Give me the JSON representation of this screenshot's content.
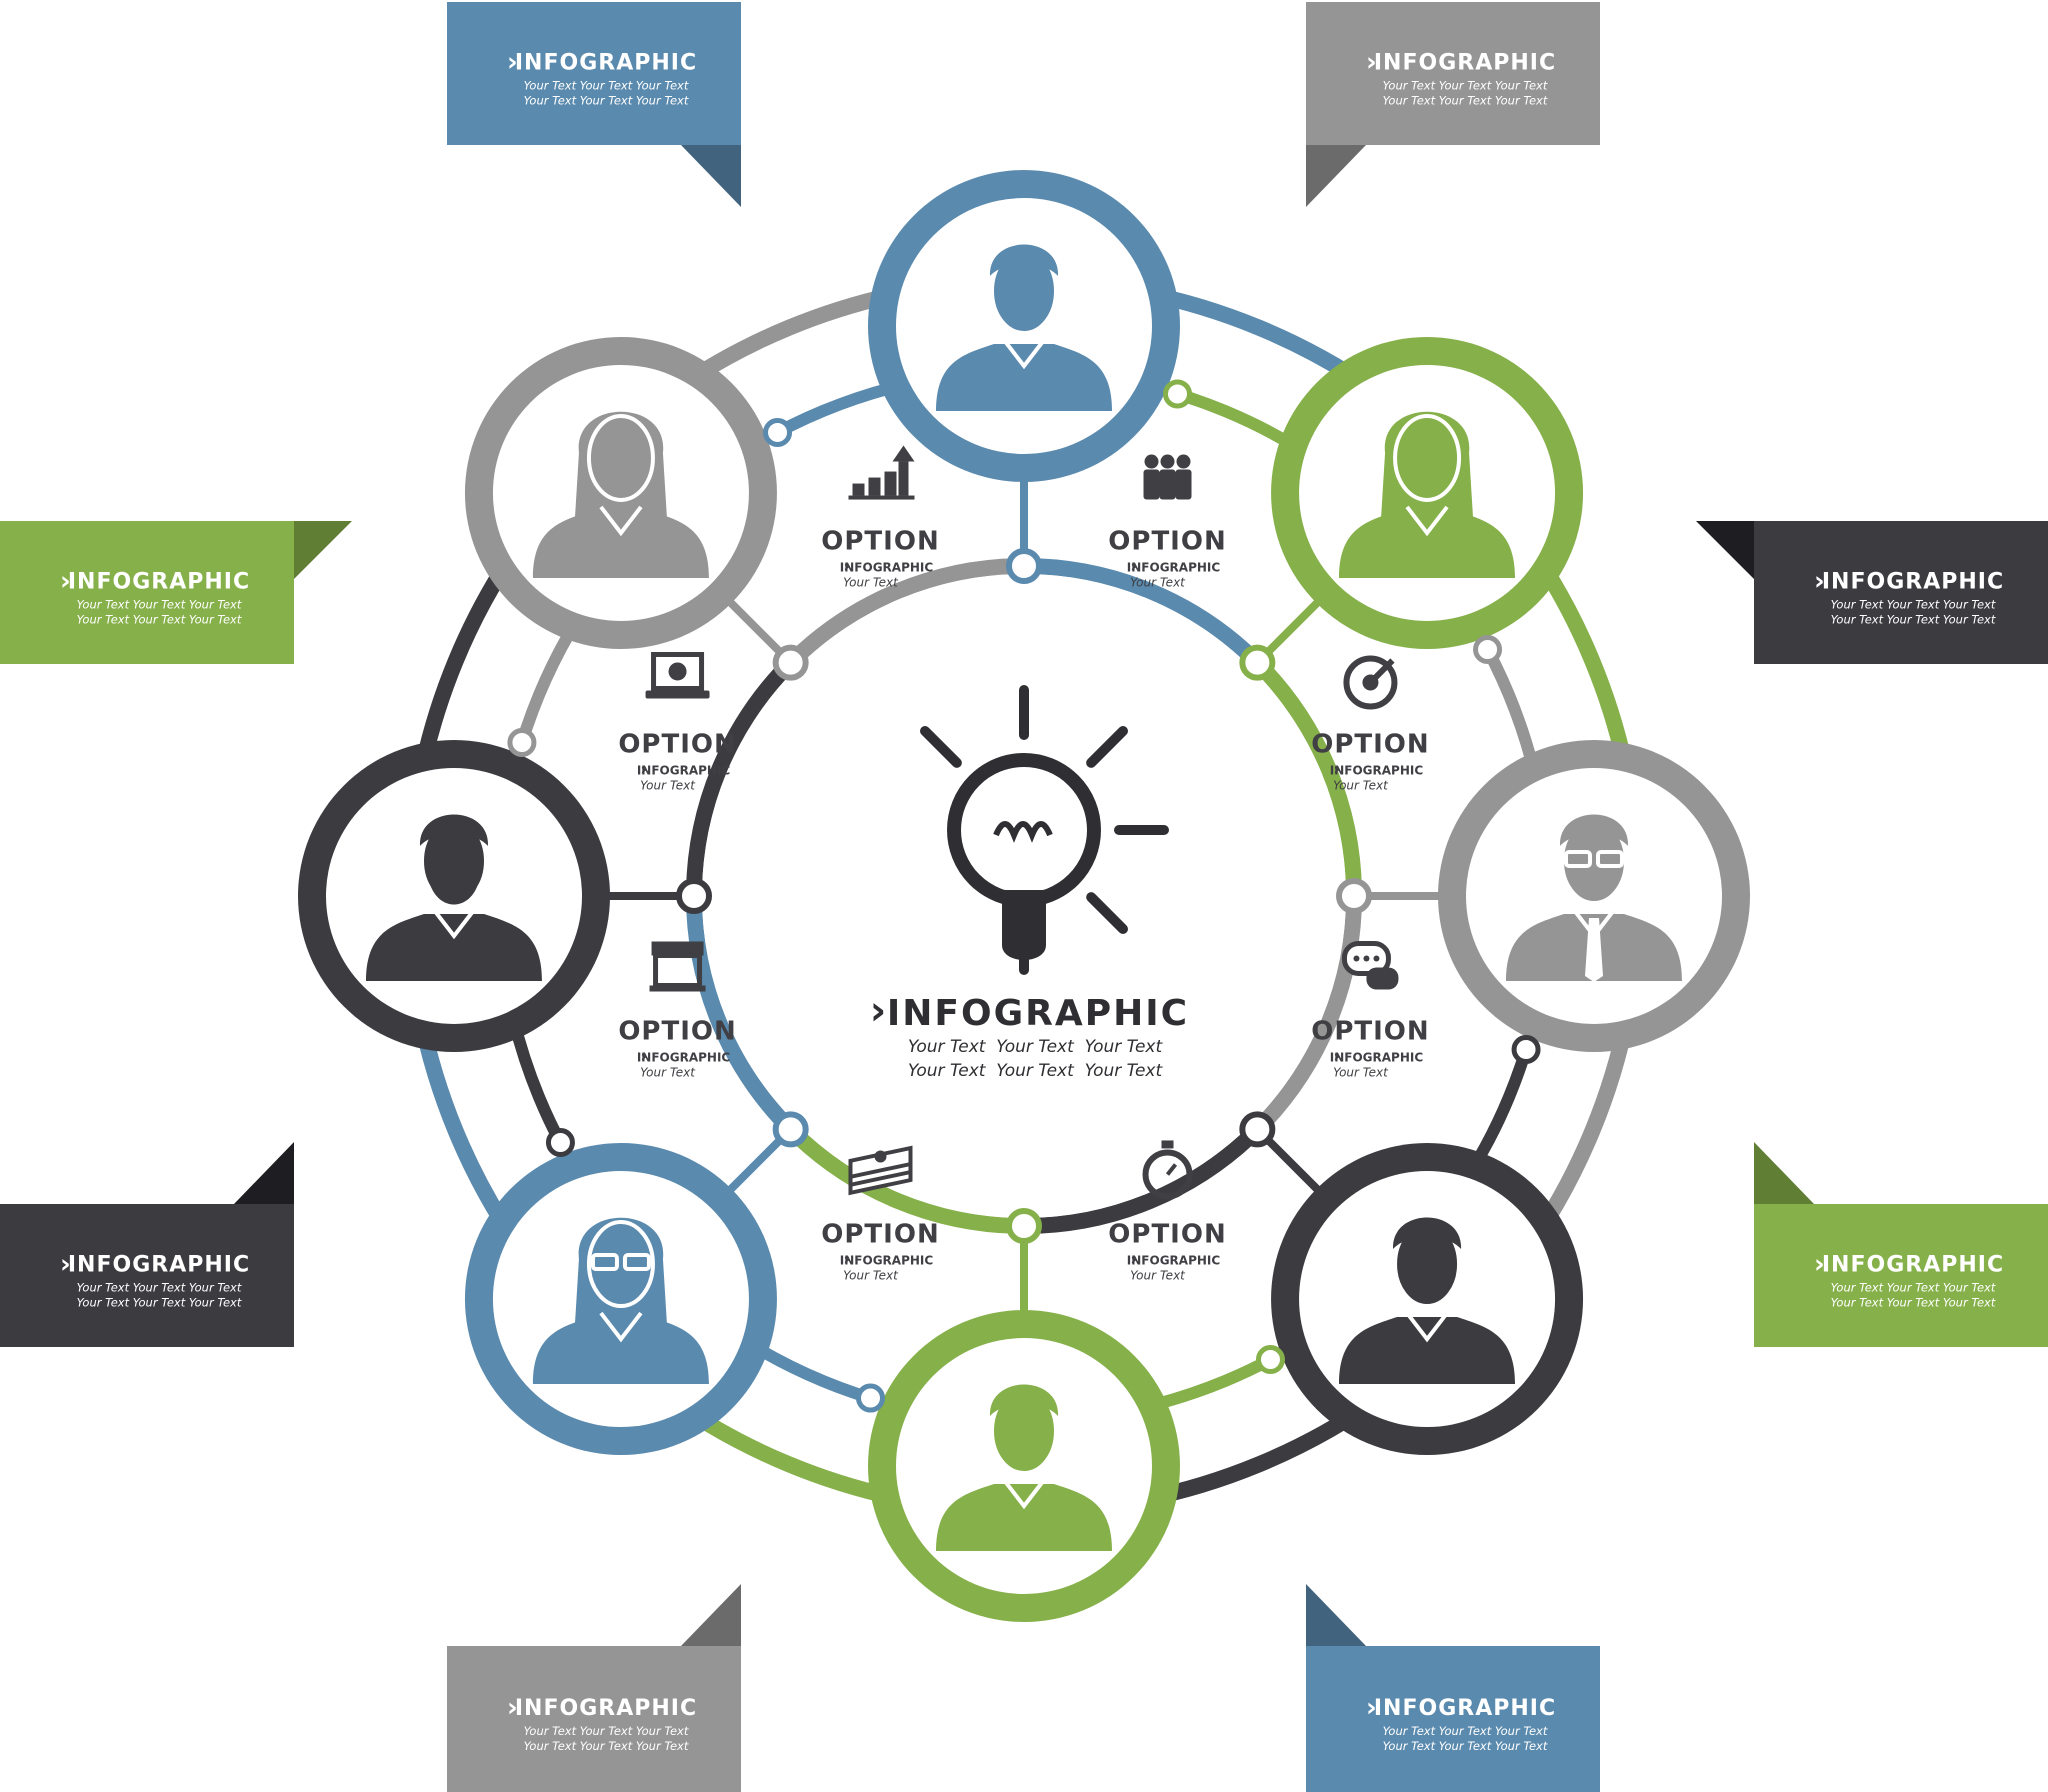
{
  "colors": {
    "blue": "#5a8aae",
    "green": "#86b04a",
    "gray": "#959595",
    "dark": "#3b3b40",
    "dark_fold": "#1e1e22",
    "center_icon": "#2f2f33",
    "white": "#ffffff"
  },
  "center": {
    "icon": "lightbulb-icon",
    "title": "INFOGRAPHIC",
    "line1": "Your Text  Your Text  Your Text",
    "line2": "Your Text  Your Text  Your Text"
  },
  "people": [
    {
      "color": "blue",
      "icon": "man-avatar-icon"
    },
    {
      "color": "green",
      "icon": "woman-short-hair-avatar-icon"
    },
    {
      "color": "gray",
      "icon": "man-glasses-tie-avatar-icon"
    },
    {
      "color": "dark",
      "icon": "man-vneck-avatar-icon"
    },
    {
      "color": "green",
      "icon": "man-avatar-icon"
    },
    {
      "color": "blue",
      "icon": "woman-glasses-avatar-icon"
    },
    {
      "color": "dark",
      "icon": "bearded-man-avatar-icon"
    },
    {
      "color": "gray",
      "icon": "woman-avatar-icon"
    }
  ],
  "options": [
    {
      "icon": "business-team-icon",
      "title": "OPTION",
      "label": "INFOGRAPHIC",
      "text": "Your Text"
    },
    {
      "icon": "target-arrow-icon",
      "title": "OPTION",
      "label": "INFOGRAPHIC",
      "text": "Your Text"
    },
    {
      "icon": "chat-bubbles-icon",
      "title": "OPTION",
      "label": "INFOGRAPHIC",
      "text": "Your Text"
    },
    {
      "icon": "stopwatch-icon",
      "title": "OPTION",
      "label": "INFOGRAPHIC",
      "text": "Your Text"
    },
    {
      "icon": "money-stack-icon",
      "title": "OPTION",
      "label": "INFOGRAPHIC",
      "text": "Your Text"
    },
    {
      "icon": "shop-storefront-icon",
      "title": "OPTION",
      "label": "INFOGRAPHIC",
      "text": "Your Text"
    },
    {
      "icon": "laptop-gear-icon",
      "title": "OPTION",
      "label": "INFOGRAPHIC",
      "text": "Your Text"
    },
    {
      "icon": "growth-chart-icon",
      "title": "OPTION",
      "label": "INFOGRAPHIC",
      "text": "Your Text"
    }
  ],
  "callouts": [
    {
      "color": "blue",
      "title": "INFOGRAPHIC",
      "line1": "Your Text Your Text Your Text",
      "line2": "Your Text Your Text Your Text"
    },
    {
      "color": "gray",
      "title": "INFOGRAPHIC",
      "line1": "Your Text Your Text Your Text",
      "line2": "Your Text Your Text Your Text"
    },
    {
      "color": "green",
      "title": "INFOGRAPHIC",
      "line1": "Your Text Your Text Your Text",
      "line2": "Your Text Your Text Your Text"
    },
    {
      "color": "dark",
      "title": "INFOGRAPHIC",
      "line1": "Your Text Your Text Your Text",
      "line2": "Your Text Your Text Your Text"
    },
    {
      "color": "dark",
      "title": "INFOGRAPHIC",
      "line1": "Your Text Your Text Your Text",
      "line2": "Your Text Your Text Your Text"
    },
    {
      "color": "green",
      "title": "INFOGRAPHIC",
      "line1": "Your Text Your Text Your Text",
      "line2": "Your Text Your Text Your Text"
    },
    {
      "color": "gray",
      "title": "INFOGRAPHIC",
      "line1": "Your Text Your Text Your Text",
      "line2": "Your Text Your Text Your Text"
    },
    {
      "color": "blue",
      "title": "INFOGRAPHIC",
      "line1": "Your Text Your Text Your Text",
      "line2": "Your Text Your Text Your Text"
    }
  ]
}
